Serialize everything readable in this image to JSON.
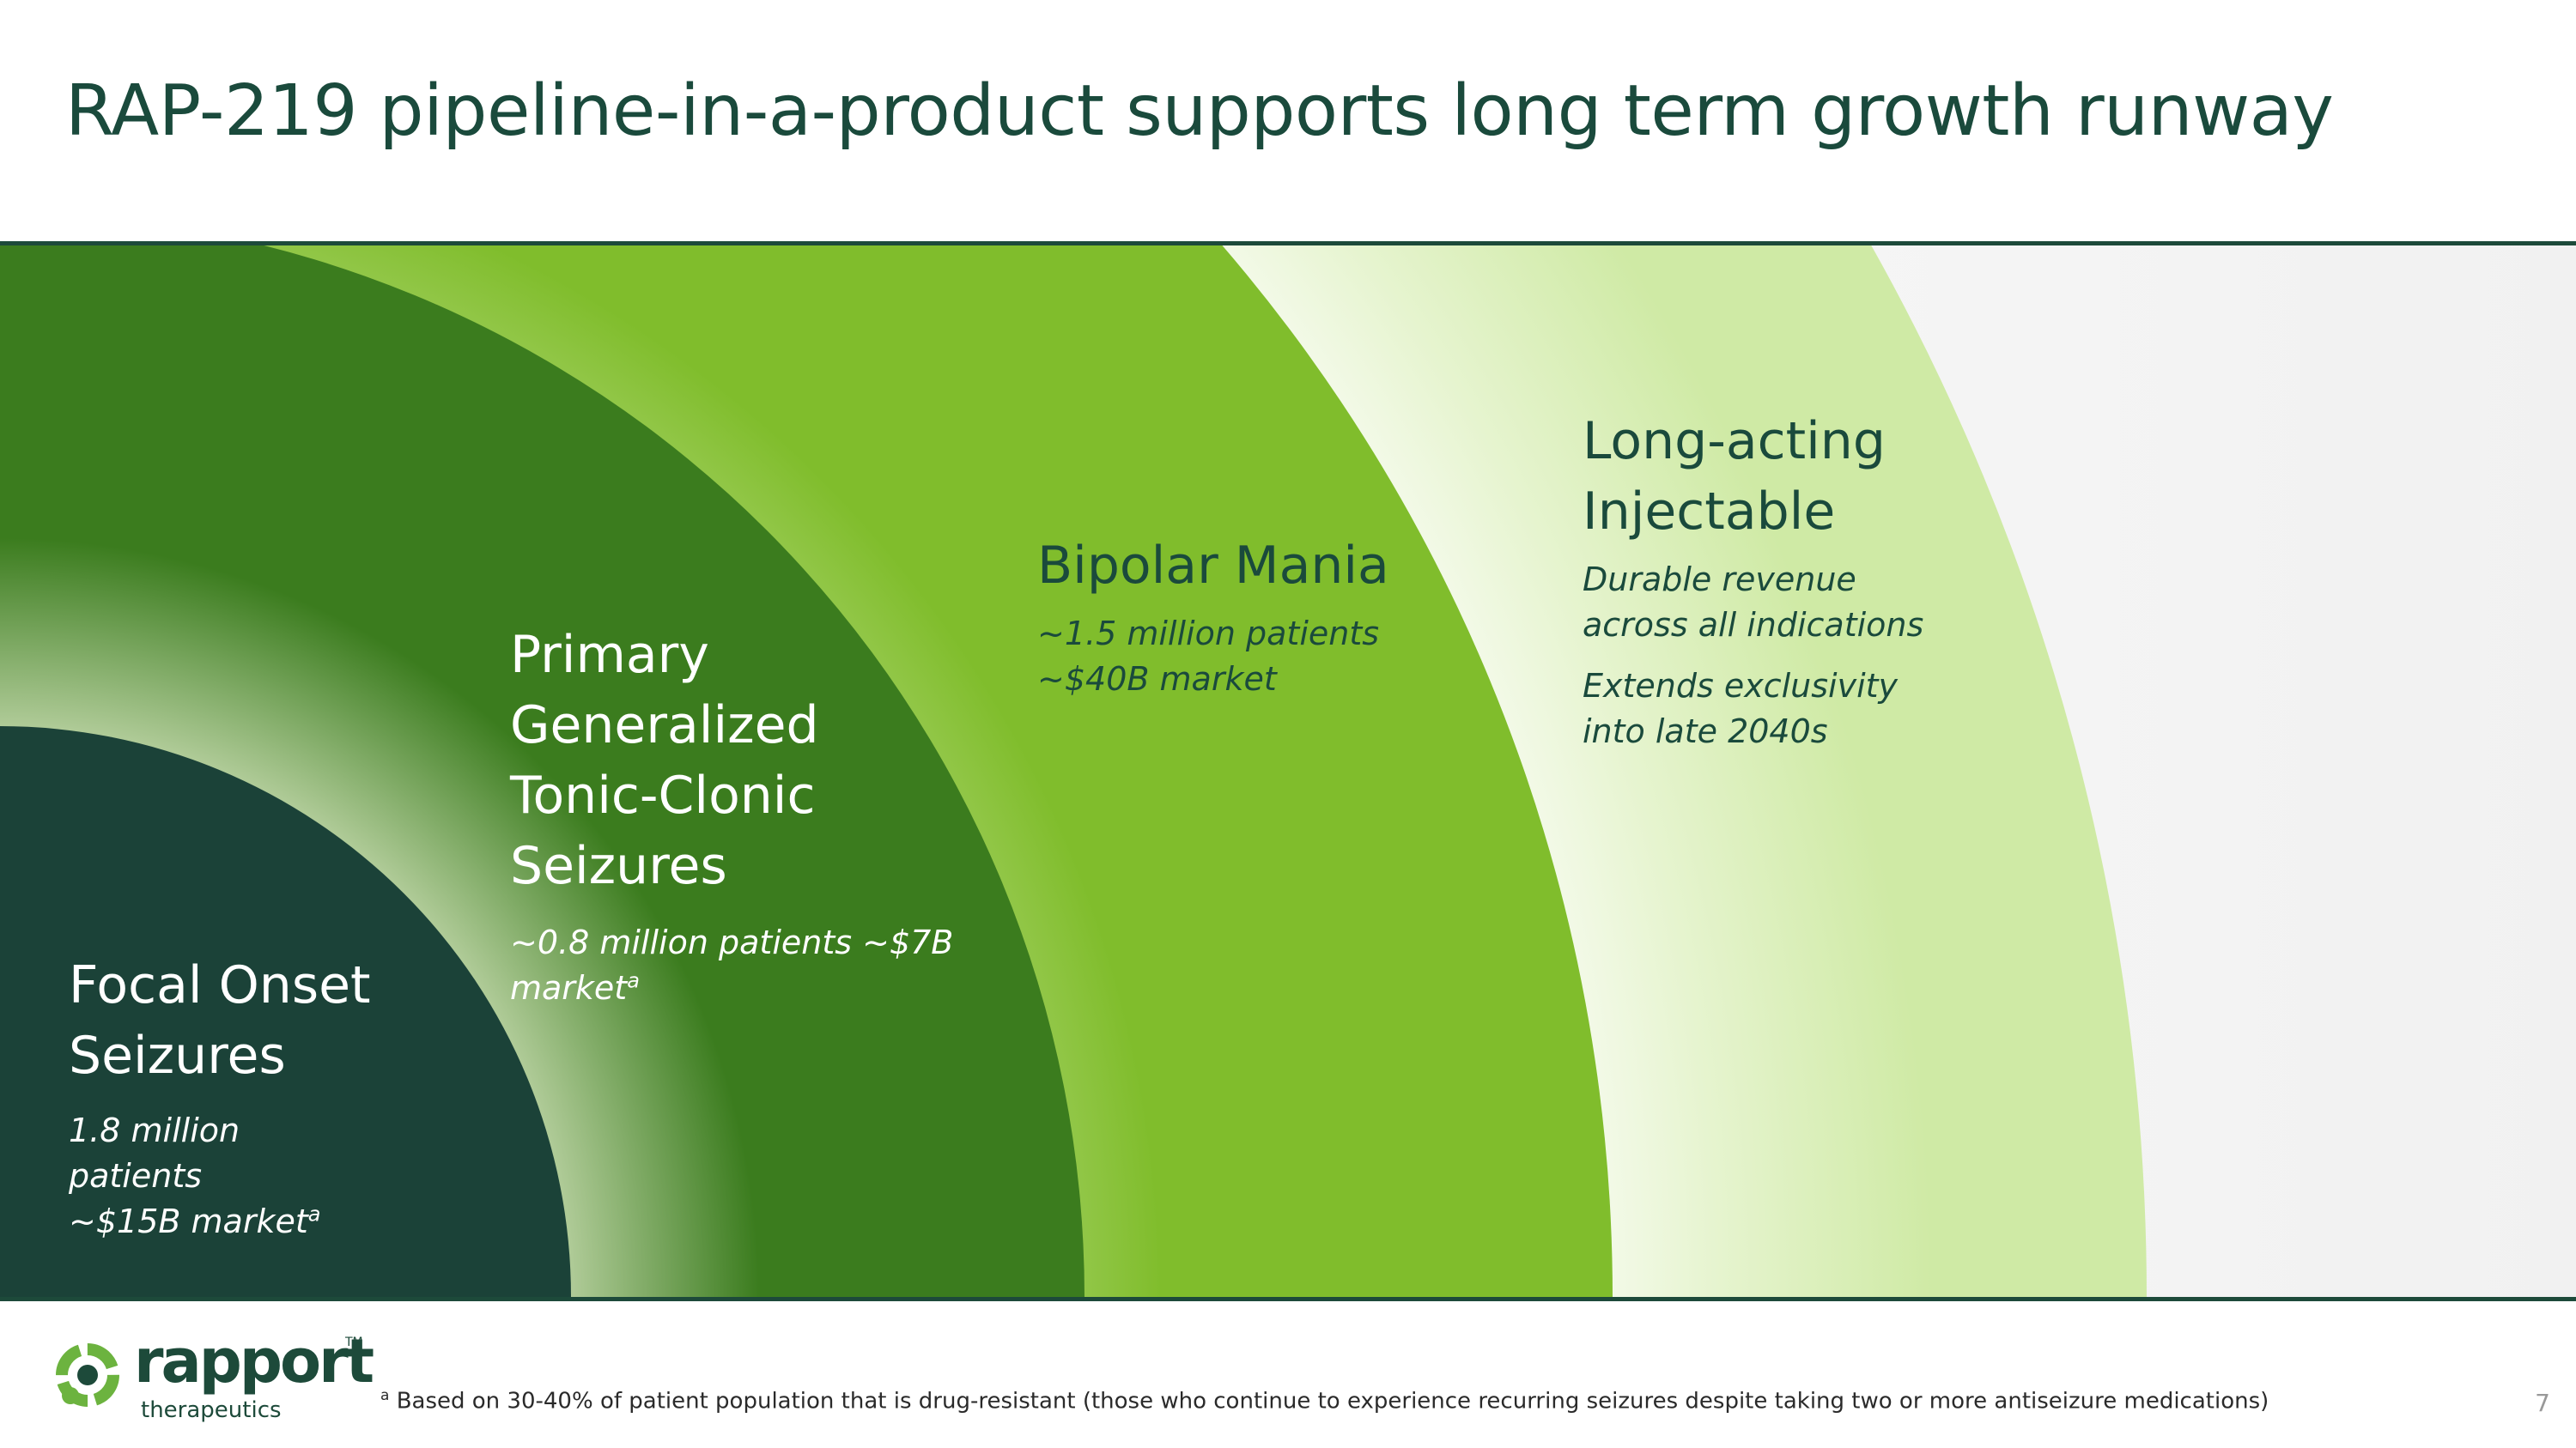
{
  "slide": {
    "title": "RAP-219 pipeline-in-a-product supports long term growth runway",
    "page_number": "7"
  },
  "segments": [
    {
      "heading": "Focal Onset Seizures",
      "lines": [
        "1.8 million patients",
        "~$15B market"
      ],
      "footnote_marker": "a",
      "color": "#1b4238"
    },
    {
      "heading": "Primary Generalized Tonic-Clonic Seizures",
      "lines": [
        "~0.8 million patients ~$7B market"
      ],
      "footnote_marker": "a",
      "color": "#3b7c1e"
    },
    {
      "heading": "Bipolar Mania",
      "lines": [
        "~1.5 million patients",
        "~$40B market"
      ],
      "color": "#80bd2c"
    },
    {
      "heading": "Long-acting Injectable",
      "lines": [
        "Durable revenue across all indications",
        "Extends exclusivity into late 2040s"
      ],
      "color": "#cfeaa5"
    }
  ],
  "footer": {
    "footnote_marker": "a",
    "footnote_text": "Based on 30-40% of patient population that is drug-resistant (those who continue to experience recurring seizures despite taking two or more antiseizure medications)",
    "logo_word": "rapport",
    "logo_sub": "therapeutics",
    "logo_tm": "TM"
  },
  "colors": {
    "title": "#1a4a3c",
    "rule": "#1d4a3a",
    "background_panel": "#f1f1f1",
    "logo_green": "#6cb33f"
  }
}
